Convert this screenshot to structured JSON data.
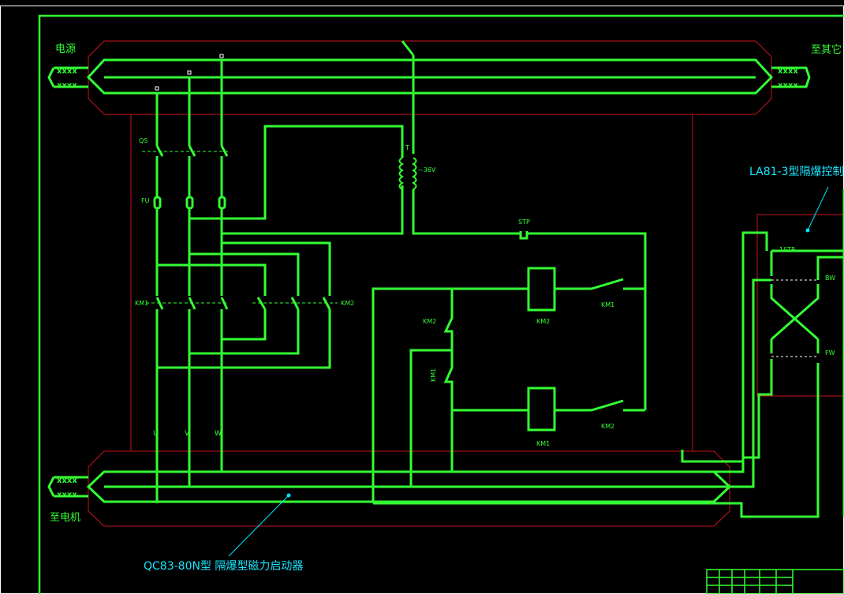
{
  "colors": {
    "background": "#000000",
    "wire": "#33ff33",
    "enclosure": "#c8141e",
    "leader": "#00e5ff",
    "border": "#ffffff",
    "text_green": "#33ff33",
    "text_cyan": "#19e6ff"
  },
  "labels": {
    "power_source": "电源",
    "to_other": "至其它",
    "to_motor": "至电机",
    "qs": "QS",
    "fu": "FU",
    "km1_left": "KM1",
    "km2_right": "KM2",
    "transformer": "T",
    "voltage": "~36V",
    "stp": "STP",
    "km2_coil": "KM2",
    "km1_contact_top": "KM1",
    "km2_contact_left": "KM2",
    "km1_contact_left": "KM1",
    "km1_coil": "KM1",
    "km2_contact_bottom": "KM2",
    "u": "U",
    "v": "V",
    "w": "W",
    "control_station_title": "LA81-3型隔爆控制",
    "stp1": "1STP",
    "bw": "BW",
    "fw": "FW",
    "starter_title": "QC83-80N型 隔爆型磁力启动器"
  },
  "cable_marks": {
    "left_top": "xxxx",
    "left_bottom": "xxxx",
    "right_top": "xxxx",
    "right_bottom": "xxxx",
    "motor_top": "xxxx",
    "motor_bottom": "xxxx"
  }
}
